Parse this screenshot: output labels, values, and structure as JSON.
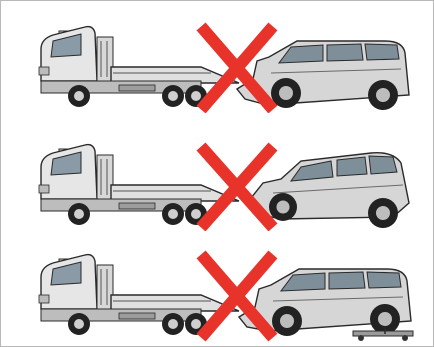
{
  "scenes": [
    {
      "id": "front-wheels-on-ground",
      "label": "",
      "status": "prohibited"
    },
    {
      "id": "rear-wheels-on-ground",
      "label": "",
      "status": "prohibited"
    },
    {
      "id": "front-wheels-on-ground-rear-dollies",
      "label": "",
      "status": "prohibited"
    }
  ],
  "colors": {
    "prohibited_mark": "#e8332b",
    "truck_body": "#e6e6e6",
    "vehicle_body": "#d6d6d6",
    "tire": "#222222",
    "outline": "#2a2a2a"
  },
  "icons": {
    "truck": "flatbed-tow-truck-icon",
    "vehicle": "suv-icon",
    "mark": "red-x-icon",
    "dolly": "wheel-dolly-icon"
  }
}
